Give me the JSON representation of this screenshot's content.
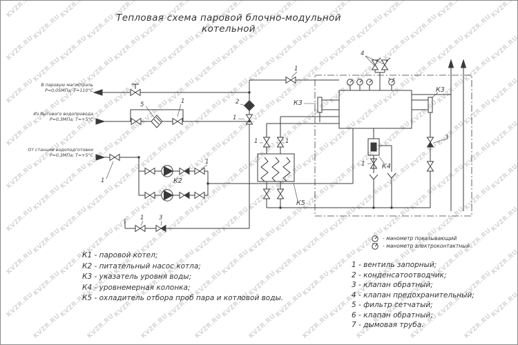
{
  "title": "Тепловая схема  паровой блочно-модульной котельной",
  "watermark": {
    "text": "KVZR.RU"
  },
  "inlets": {
    "steam_main": {
      "name": "В паровую магистраль",
      "params": "Р=0,05МПа; Т=110°С"
    },
    "domestic_water": {
      "name": "Из бытового водопровода",
      "params": "Р=0,3МПа; Т=+5°С"
    },
    "treatment_station": {
      "name": "От станции водоподготовки",
      "params": "Р=0,3МПа; Т=+5°С"
    }
  },
  "components": {
    "k2": "К2",
    "k3_left": "К3",
    "k3_right": "К3",
    "k4": "К4",
    "k5": "К5"
  },
  "callouts": {
    "c5": "5",
    "c1a": "1",
    "c2": "2",
    "c1b": "1",
    "c1c": "1",
    "c4": "4",
    "c1d": "1",
    "c1e": "1",
    "c1f": "1",
    "c1g": "1",
    "c1h": "1",
    "c3a": "3",
    "c1i": "1",
    "c3b": "3"
  },
  "legend_left": {
    "items": [
      "К1 - паровой котел;",
      "К2 - питательный насос котла;",
      "К3 - указатель уровня воды;",
      "К4 - уровнемерная колонка;",
      "К5 - охладитель отбора проб пара и котловой воды."
    ]
  },
  "legend_right": {
    "items": [
      "1 - вентиль запорный;",
      "2 - конденсатоотводчик;",
      "3 - клапан обратный;",
      "4 - клапан предохранительный;",
      "5 - фильтр сетчатый;",
      "6 - клапан обратный;",
      "7 - дымовая труба."
    ]
  },
  "gauge_legend": {
    "indicating": "-  манометр показывающий",
    "electrocontact": "-  манометр электроконтактный"
  },
  "colors": {
    "line": "#3a3a3a",
    "watermark": "#c2c2c2"
  }
}
